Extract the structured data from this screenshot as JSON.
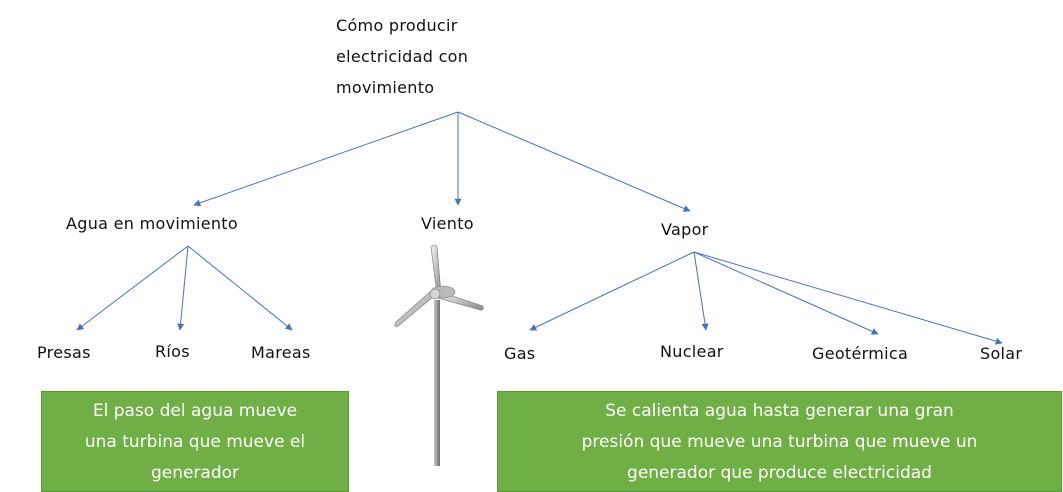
{
  "title": {
    "lines": [
      "Cómo producir",
      "electricidad con",
      "movimiento"
    ]
  },
  "categories": {
    "water": "Agua en movimiento",
    "wind": "Viento",
    "steam": "Vapor"
  },
  "water_sources": {
    "dams": "Presas",
    "rivers": "Ríos",
    "tides": "Mareas"
  },
  "steam_sources": {
    "gas": "Gas",
    "nuclear": "Nuclear",
    "geothermal": "Geotérmica",
    "solar": "Solar"
  },
  "water_box": {
    "lines": [
      "El paso del agua mueve",
      "una turbina que mueve el",
      "generador"
    ]
  },
  "steam_box": {
    "lines": [
      "Se calienta agua hasta generar una gran",
      "presión que mueve una turbina que mueve un",
      "generador que produce electricidad"
    ]
  },
  "colors": {
    "connector": "#4a72b8",
    "box_fill": "#6faf45",
    "box_text": "#ffffff",
    "turbine_tower": "#9a9a9a"
  },
  "icons": {
    "turbine": "wind-turbine-icon"
  }
}
